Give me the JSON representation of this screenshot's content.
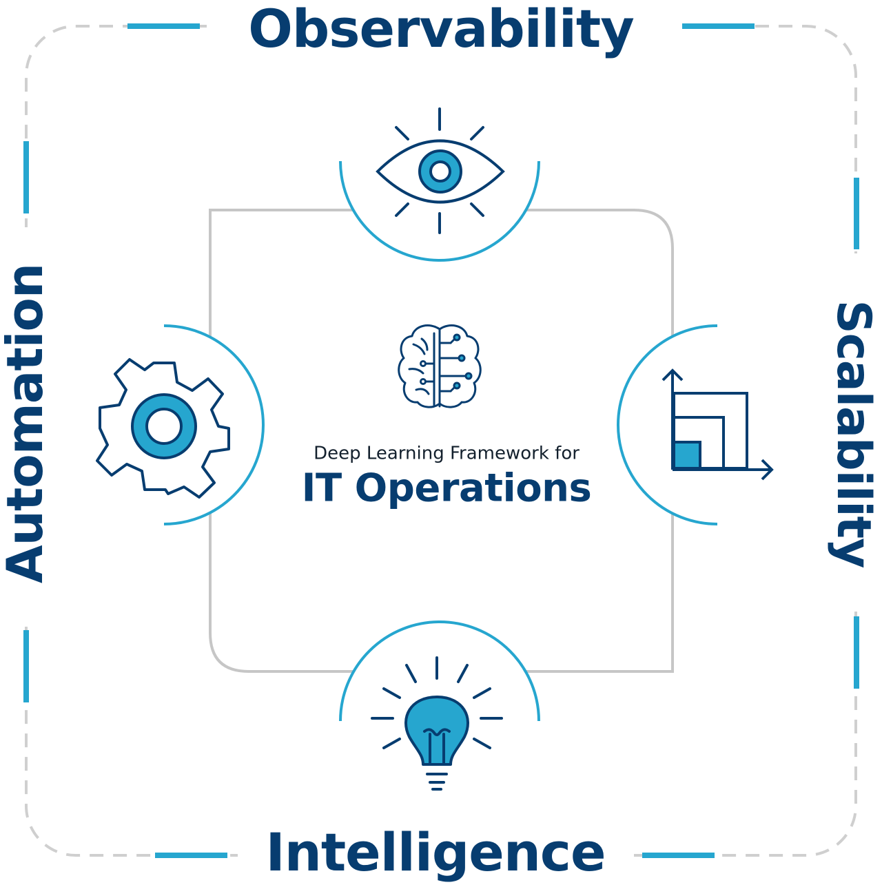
{
  "pillars": {
    "top": "Observability",
    "right": "Scalability",
    "bottom": "Intelligence",
    "left": "Automation"
  },
  "center": {
    "subtitle": "Deep Learning Framework for",
    "title": "IT Operations"
  },
  "icons": {
    "top": "eye-icon",
    "right": "scaling-chart-icon",
    "bottom": "lightbulb-icon",
    "left": "gear-icon",
    "center": "brain-circuit-icon"
  },
  "colors": {
    "navy": "#073d70",
    "accent": "#26a6cf",
    "frame_gray": "#c6c6c6",
    "dash_gray": "#cfcfcf"
  }
}
